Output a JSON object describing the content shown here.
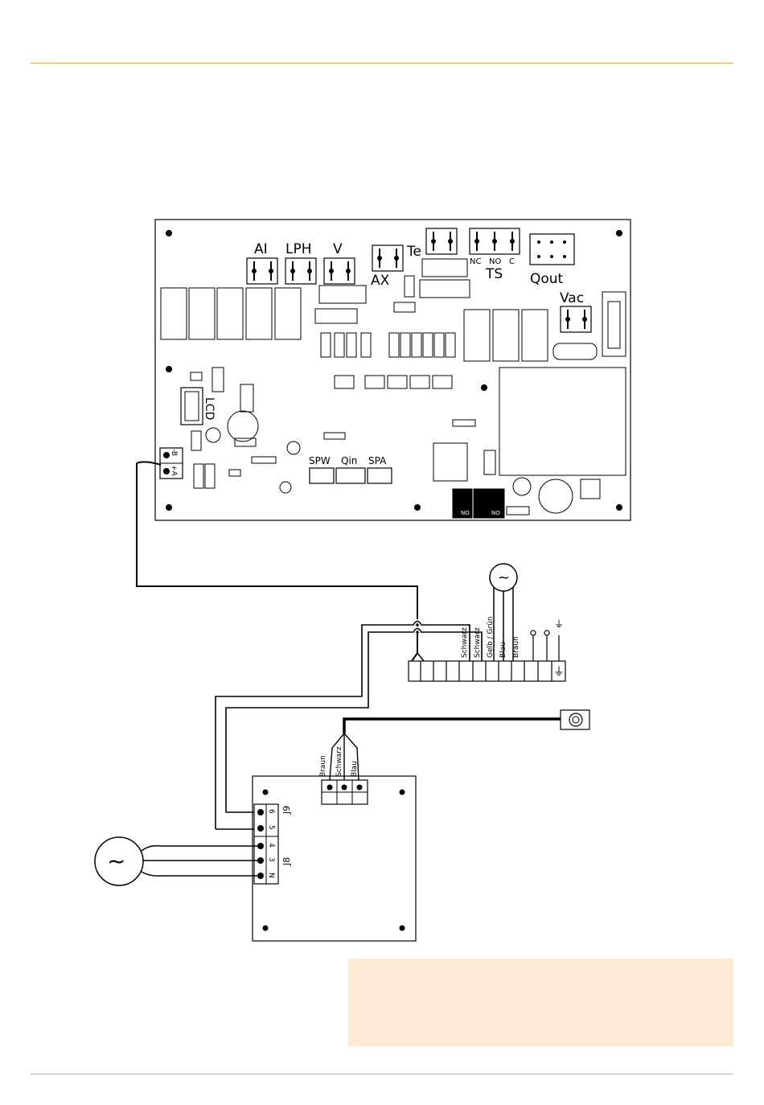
{
  "colors": {
    "rule": "#d8b24a",
    "note_bg": "#fdebd6",
    "ink": "#000000"
  },
  "main_board": {
    "connectors": {
      "ai": "AI",
      "lph": "LPH",
      "v": "V",
      "ax": "AX",
      "te": "Te",
      "ts": "TS",
      "ts_nc": "NC",
      "ts_no": "NO",
      "ts_c": "C",
      "qout": "Qout",
      "vac": "Vac",
      "lcd": "LCD",
      "spw": "SPW",
      "qin": "Qin",
      "spa": "SPA",
      "bus_minus_b": "-B",
      "bus_plus_a": "+A",
      "dip_no": "NO"
    }
  },
  "terminal_strip": {
    "wire_labels": [
      "Schwarz",
      "Schwarz",
      "Gelb / Grün",
      "Blau",
      "Braun"
    ],
    "earth_symbol": "⏚"
  },
  "secondary_board": {
    "connector_j9": "J9",
    "connector_j8": "J8",
    "pins": [
      "6",
      "5",
      "4",
      "3",
      "N"
    ],
    "wire_labels": [
      "Braun",
      "Schwarz",
      "Blau"
    ]
  },
  "symbols": {
    "ac_source": "~"
  }
}
